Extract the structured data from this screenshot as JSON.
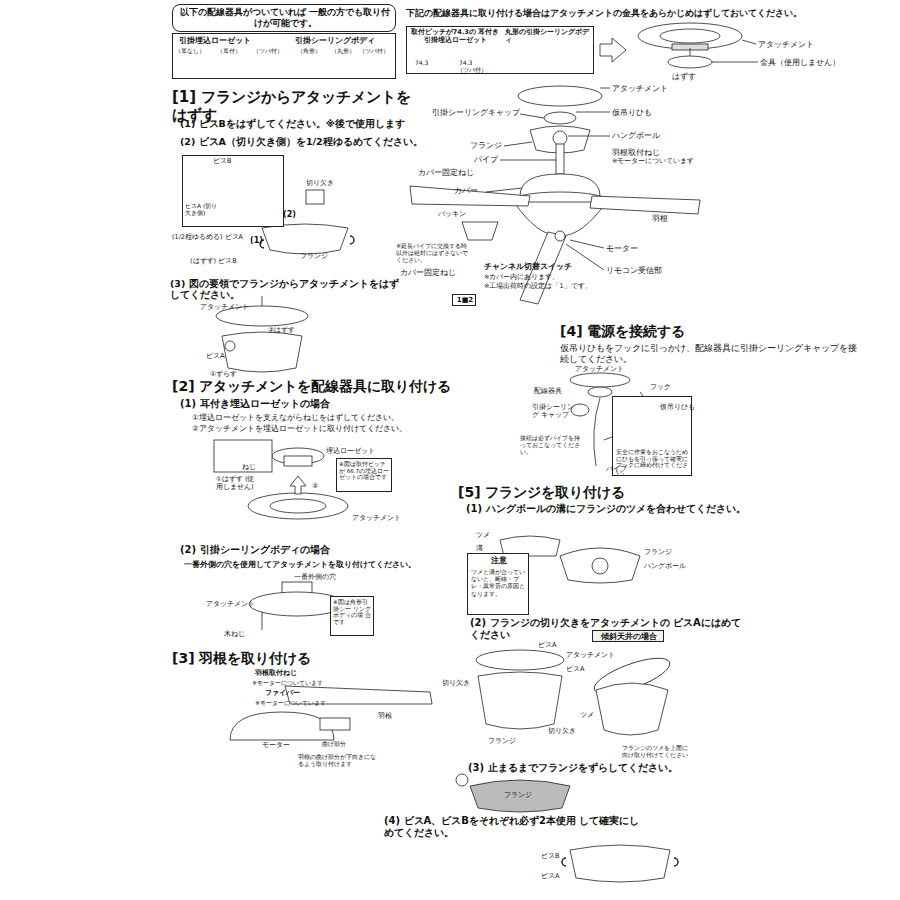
{
  "diagram": {
    "nodes": [
      {
        "text": [
          "以下の配線器具がついていれば 一般の方でも取り付けが可能です。"
        ]
      },
      {
        "text": [
          "引掛埋込ローゼット",
          "（耳なし）",
          "（耳付）",
          "（ツバ付）",
          "引掛シーリングボディ",
          "（角形）",
          "（丸形）",
          "（ツバ付）"
        ]
      },
      {
        "text": [
          "取付ピッチが74.3の 耳付き引掛埋込ローゼット",
          "74.3",
          "74.3",
          "（ツバ付）",
          "丸形の引掛シーリングボディ"
        ]
      },
      {
        "text": [
          "ビスB",
          "ビスA (切り欠き側)"
        ]
      },
      {
        "text": [
          "※図は取付ピッチが 66.7の埋込ロー ゼットの場合です"
        ]
      },
      {
        "text": [
          "※図は角形引掛シー リングボディの場 合です"
        ]
      },
      {
        "text": [
          "1■2"
        ]
      },
      {
        "text": [
          "安全に作業をおこなうためにひもを引っ張って確実にフックに締め付けてください。"
        ]
      },
      {
        "text": [
          "注意",
          "ツメと溝が合っていないと、断線・ブレ・異常音の原因となります。"
        ]
      },
      {
        "text": [
          "傾斜天井の場合"
        ]
      }
    ],
    "labels": [
      "下記の配線器具に取り付ける場合はアタッチメントの金具をあらかじめはずしておいてください。",
      "アタッチメント",
      "金具（使用しません）",
      "はずす",
      "[1] フランジからアタッチメントを はずす",
      "(1) ビスBをはずしてください。※後で使用します",
      "(2) ビスA（切り欠き側）を1/2程ゆるめてください。",
      "切り欠き",
      "(2)",
      "(1)",
      "(1/2程ゆるめる) ビスA",
      "(はずす) ビスB",
      "フランジ",
      "(3) 図の要領でフランジからアタッチメントをはずしてください。",
      "アタッチメント",
      "②はずす",
      "ビスA",
      "①ずらす",
      "[2] アタッチメントを配線器具に取り付ける",
      "(1) 耳付き埋込ローゼットの場合",
      "①埋込ローゼットを支えながらねじをはずしてください。",
      "②アタッチメントを埋込ローゼットに取り付けてください。",
      "埋込ローゼット",
      "ねじ",
      "①はずす (使用しません)",
      "②",
      "アタッチメント",
      "(2) 引掛シーリングボディの場合",
      "一番外側の穴を使用してアタッチメントを取り付けてください。",
      "一番外側の穴",
      "アタッチメント",
      "木ねじ",
      "[3] 羽根を取り付ける",
      "羽根取付ねじ",
      "※モーターについています",
      "ファイバー",
      "※モーターについています",
      "羽根",
      "モーター",
      "曲げ部分",
      "羽根の曲げ部分が下向きになるよう取り付けます",
      "アタッチメント",
      "仮吊りひも",
      "引掛シーリングキャップ",
      "ハングボール",
      "フランジ",
      "パイプ",
      "羽根取付ねじ",
      "※モーターについています",
      "カバー固定ねじ",
      "カバー",
      "羽根",
      "パッキン",
      "※延長パイプに交換する時以外は絶対にはずさないでください。",
      "カバー固定ねじ",
      "モーター",
      "リモコン受信部",
      "チャンネル切替スイッチ",
      "※カバー内にあります。",
      "※工場出荷時の設定は「1」です。",
      "[4] 電源を接続する",
      "仮吊りひもをフックに引っかけ、配線器具に引掛シーリングキャップを接続してください。",
      "アタッチメント",
      "配線器具",
      "フック",
      "引掛シーリング キャップ",
      "仮吊りひも",
      "接続は必ずパイプを持っておこなってください。",
      "パイプ",
      "[5] フランジを取り付ける",
      "(1) ハングボールの溝にフランジのツメを合わせてください。",
      "ツメ",
      "溝",
      "フランジ",
      "ハングボール",
      "(2) フランジの切り欠きをアタッチメントの ビスAにはめてください",
      "ビスA",
      "アタッチメント",
      "ビスA",
      "切り欠き",
      "切り欠き",
      "フランジ",
      "ツメ",
      "フランジのツメを上面に向け取り付けてください",
      "(3) 止まるまでフランジをずらしてください。",
      "フランジ",
      "(4) ビスA、ビスBをそれぞれ必ず2本使用 して確実にしめてください。",
      "ビスB",
      "ビスA"
    ]
  }
}
